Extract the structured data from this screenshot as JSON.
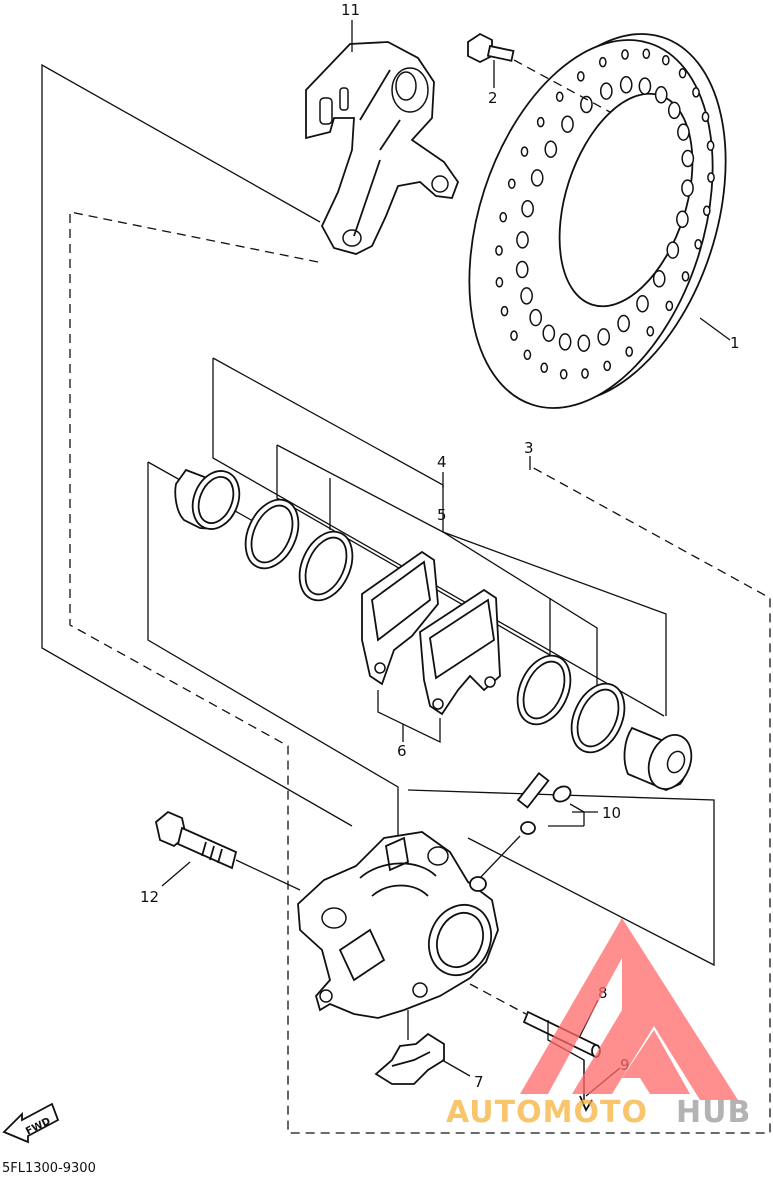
{
  "diagram": {
    "callouts": [
      "1",
      "2",
      "3",
      "4",
      "5",
      "6",
      "7",
      "8",
      "9",
      "10",
      "11",
      "12"
    ],
    "direction_badge": "FWD",
    "diagram_code": "5FL1300-9300"
  },
  "watermark": {
    "text_a": "AUTOMOTO",
    "text_b": "HUB",
    "color_a": "#f6b13c",
    "color_b": "#9a9a9a",
    "logo_color": "#ff6a6a"
  }
}
